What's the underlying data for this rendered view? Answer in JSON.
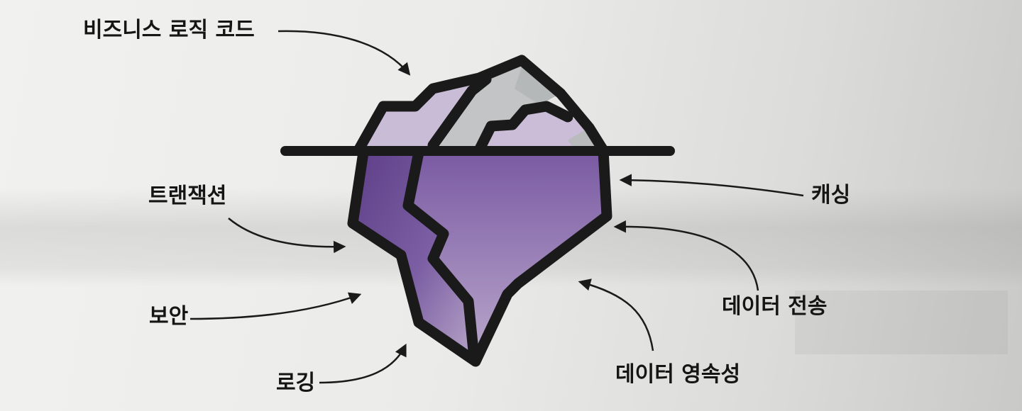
{
  "labels": {
    "business_logic_code": "비즈니스 로직 코드",
    "transaction": "트랜잭션",
    "security": "보안",
    "logging": "로깅",
    "caching": "캐싱",
    "data_transfer": "데이터 전송",
    "data_persistence": "데이터 영속성"
  },
  "colors": {
    "above_water": "#c9bcd6",
    "above_water_gray": "#c2c4c5",
    "below_water_dark": "#6a4a94",
    "below_water_light": "#9f87b8",
    "outline": "#1a1a1a",
    "background": "#ebebe9"
  }
}
